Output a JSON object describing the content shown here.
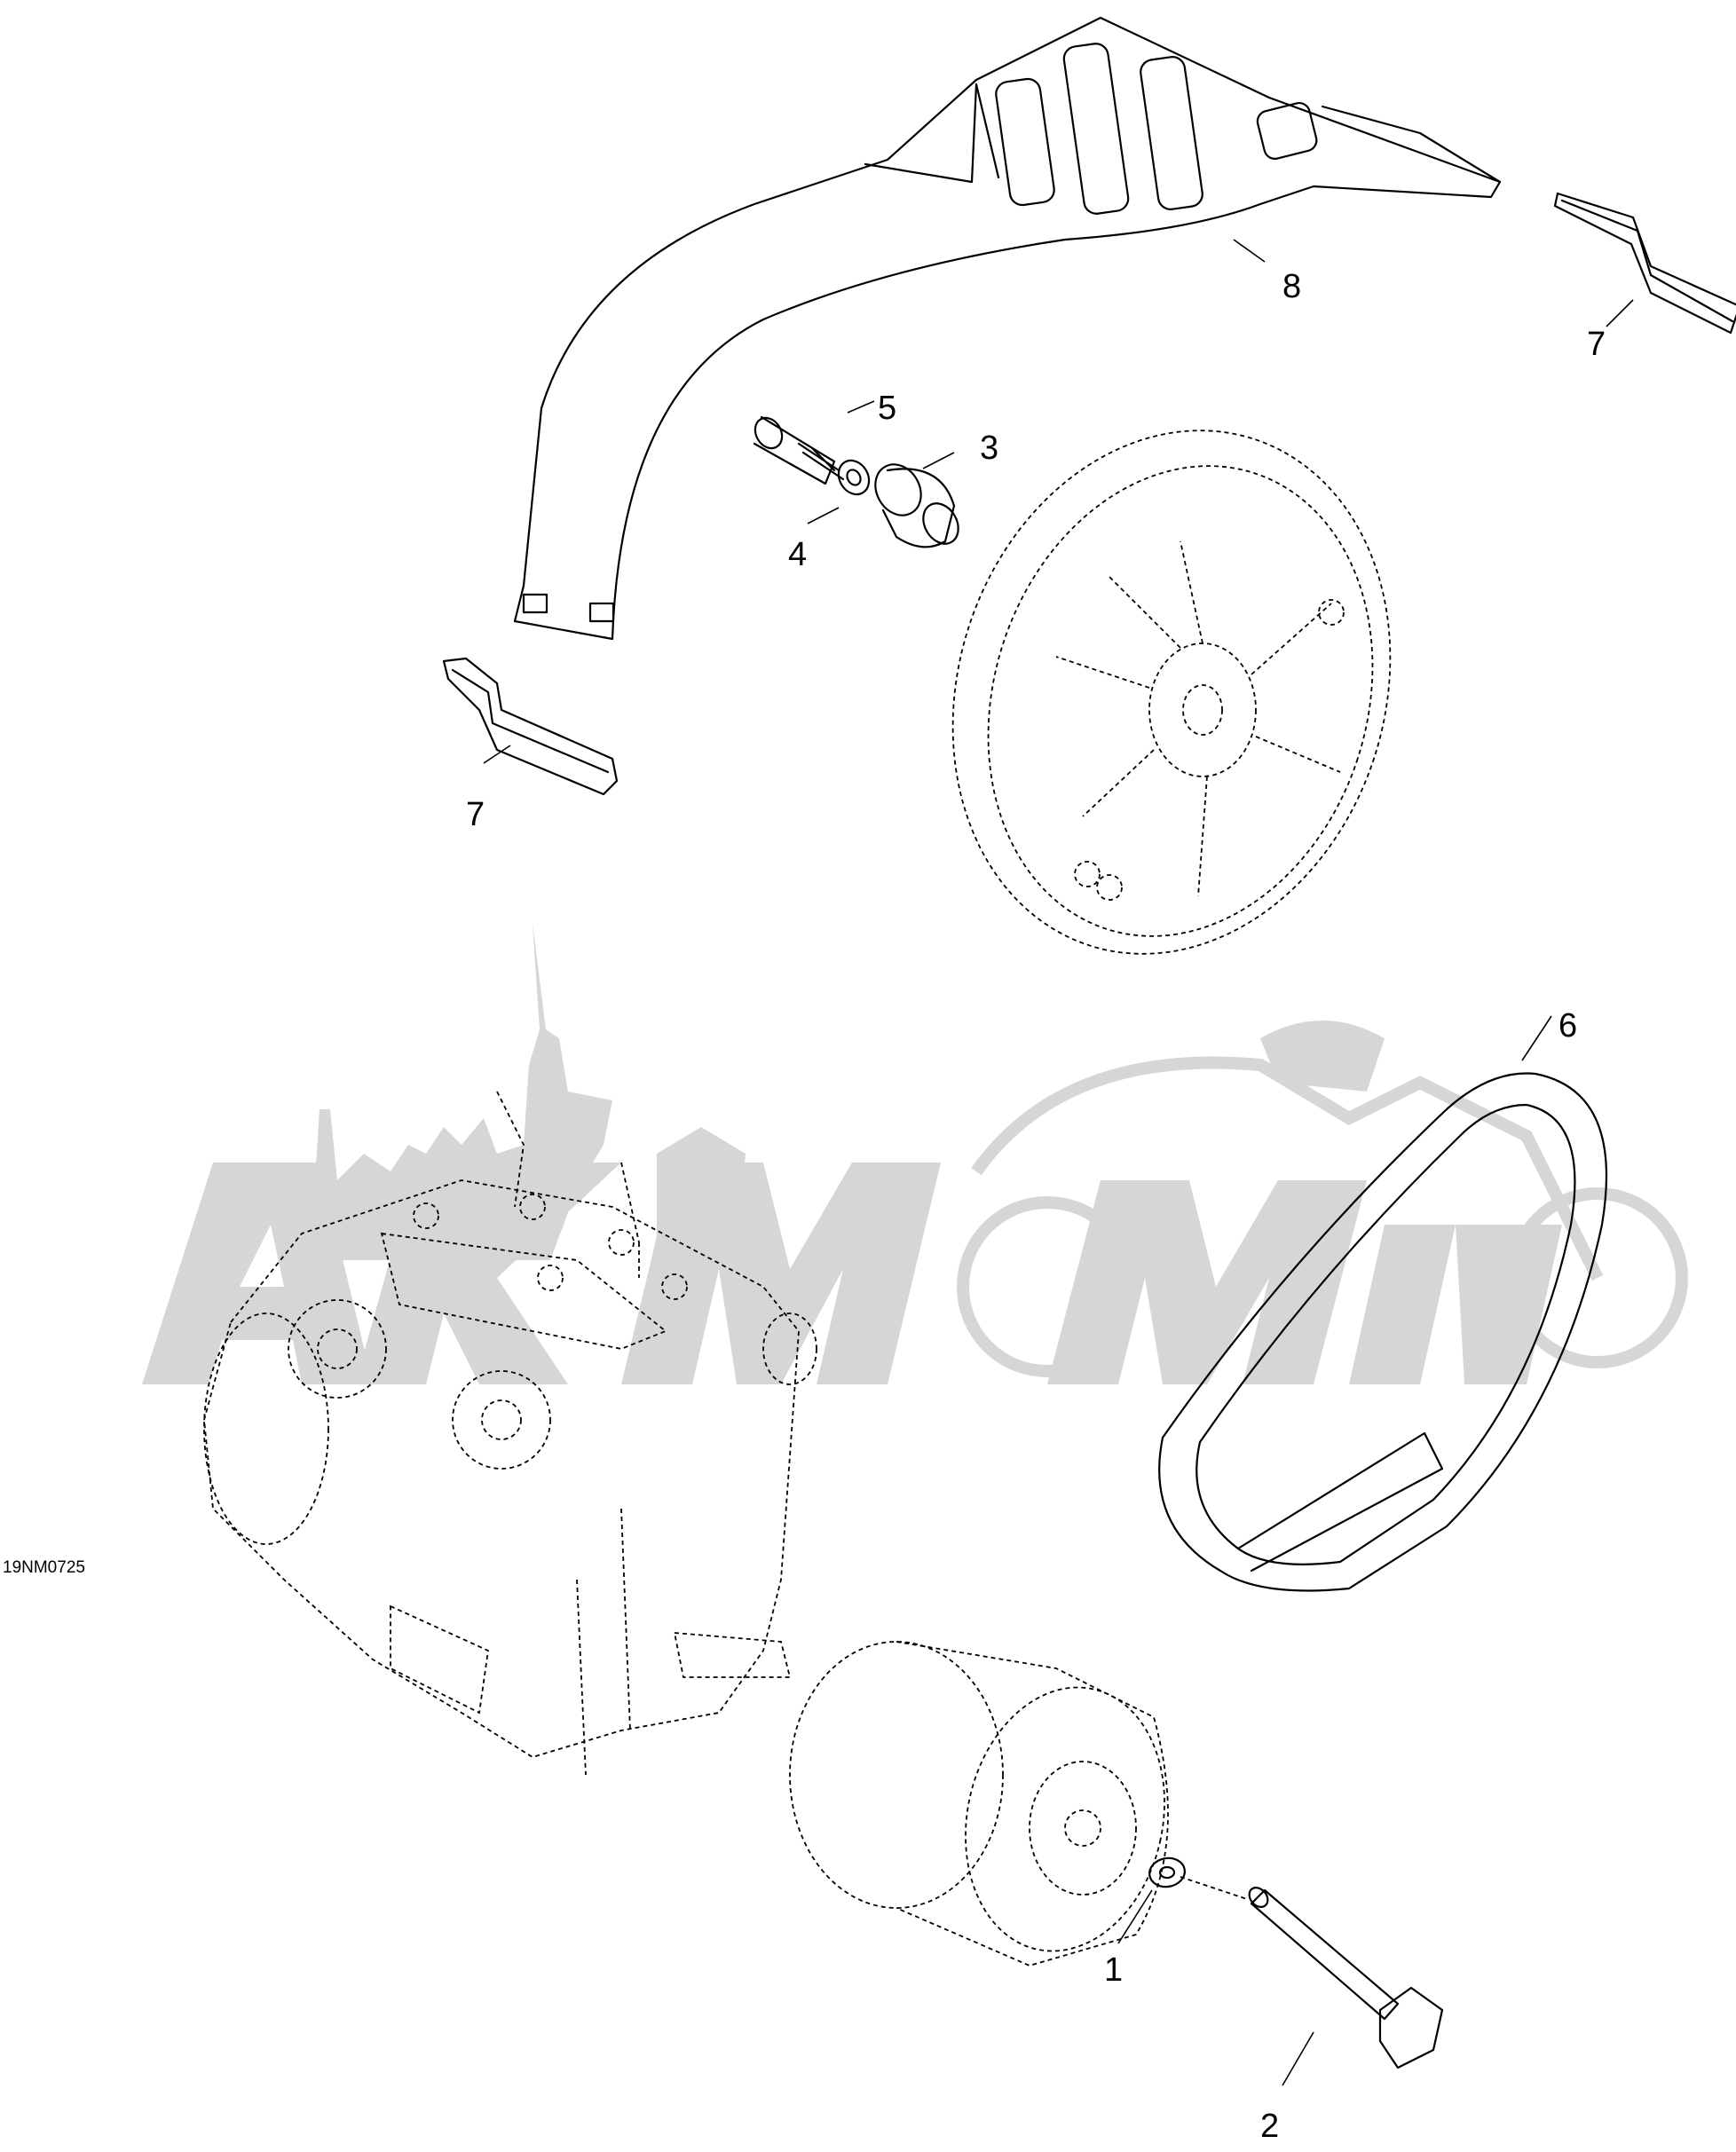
{
  "diagram_code": "19NM0725",
  "callouts": [
    {
      "id": "c1",
      "label": "1"
    },
    {
      "id": "c2",
      "label": "2"
    },
    {
      "id": "c3",
      "label": "3"
    },
    {
      "id": "c4",
      "label": "4"
    },
    {
      "id": "c5",
      "label": "5"
    },
    {
      "id": "c6",
      "label": "6"
    },
    {
      "id": "c7a",
      "label": "7"
    },
    {
      "id": "c7b",
      "label": "7"
    },
    {
      "id": "c8",
      "label": "8"
    }
  ],
  "colors": {
    "line": "#000000",
    "watermark": "#d6d6d6",
    "background": "#ffffff"
  }
}
